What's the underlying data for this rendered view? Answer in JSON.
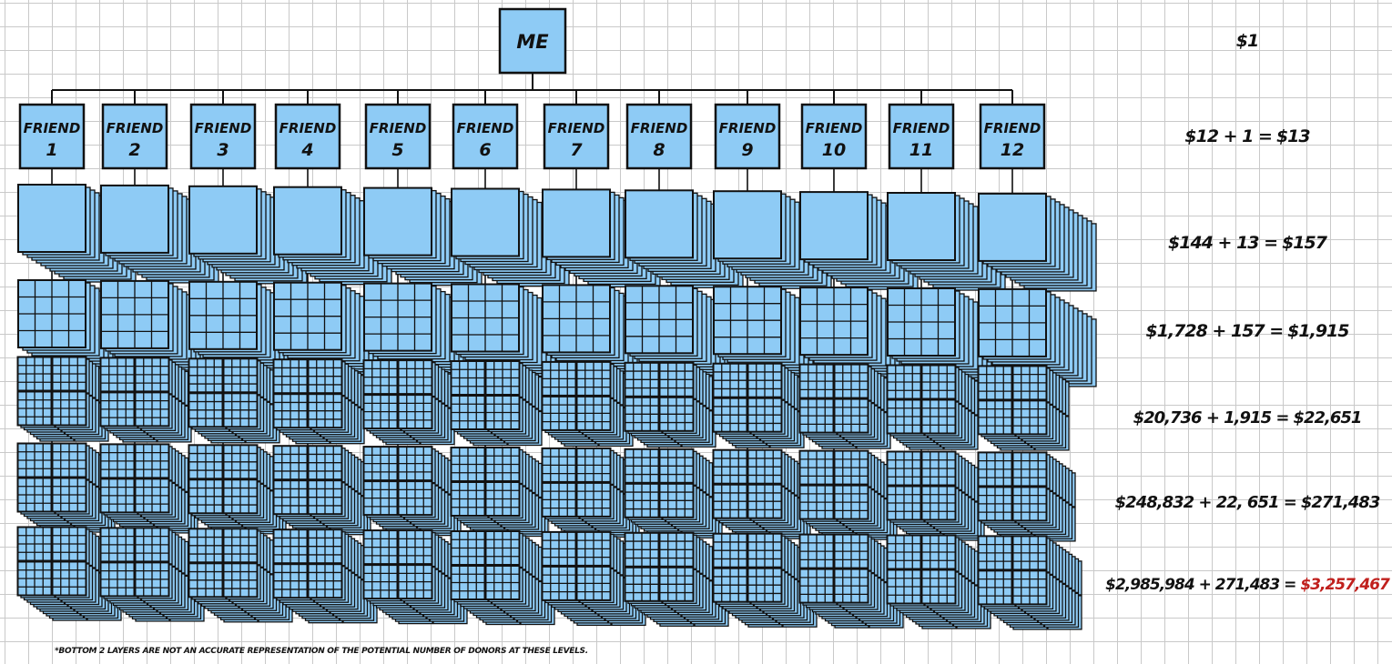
{
  "tree": {
    "root_label": "ME",
    "friend_word": "FRIEND",
    "friends": [
      "1",
      "2",
      "3",
      "4",
      "5",
      "6",
      "7",
      "8",
      "9",
      "10",
      "11",
      "12"
    ]
  },
  "levels": [
    {
      "expression": "$1",
      "total": ""
    },
    {
      "expression": "$12 + 1 =",
      "total": "$13"
    },
    {
      "expression": "$144 + 13 =",
      "total": "$157"
    },
    {
      "expression": "$1,728 + 157 =",
      "total": "$1,915"
    },
    {
      "expression": "$20,736 + 1,915 =",
      "total": "$22,651"
    },
    {
      "expression": "$248,832 + 22, 651 =",
      "total": "$271,483"
    },
    {
      "expression": "$2,985,984 + 271,483 =",
      "total": "$3,257,467"
    }
  ],
  "footnote": "*BOTTOM 2 LAYERS ARE NOT AN ACCURATE REPRESENTATION OF THE POTENTIAL NUMBER OF DONORS AT THESE LEVELS.",
  "colors": {
    "box_fill": "#8ecbf5",
    "stroke": "#111111",
    "grid": "#c9c9c9",
    "highlight": "#c0201d"
  }
}
